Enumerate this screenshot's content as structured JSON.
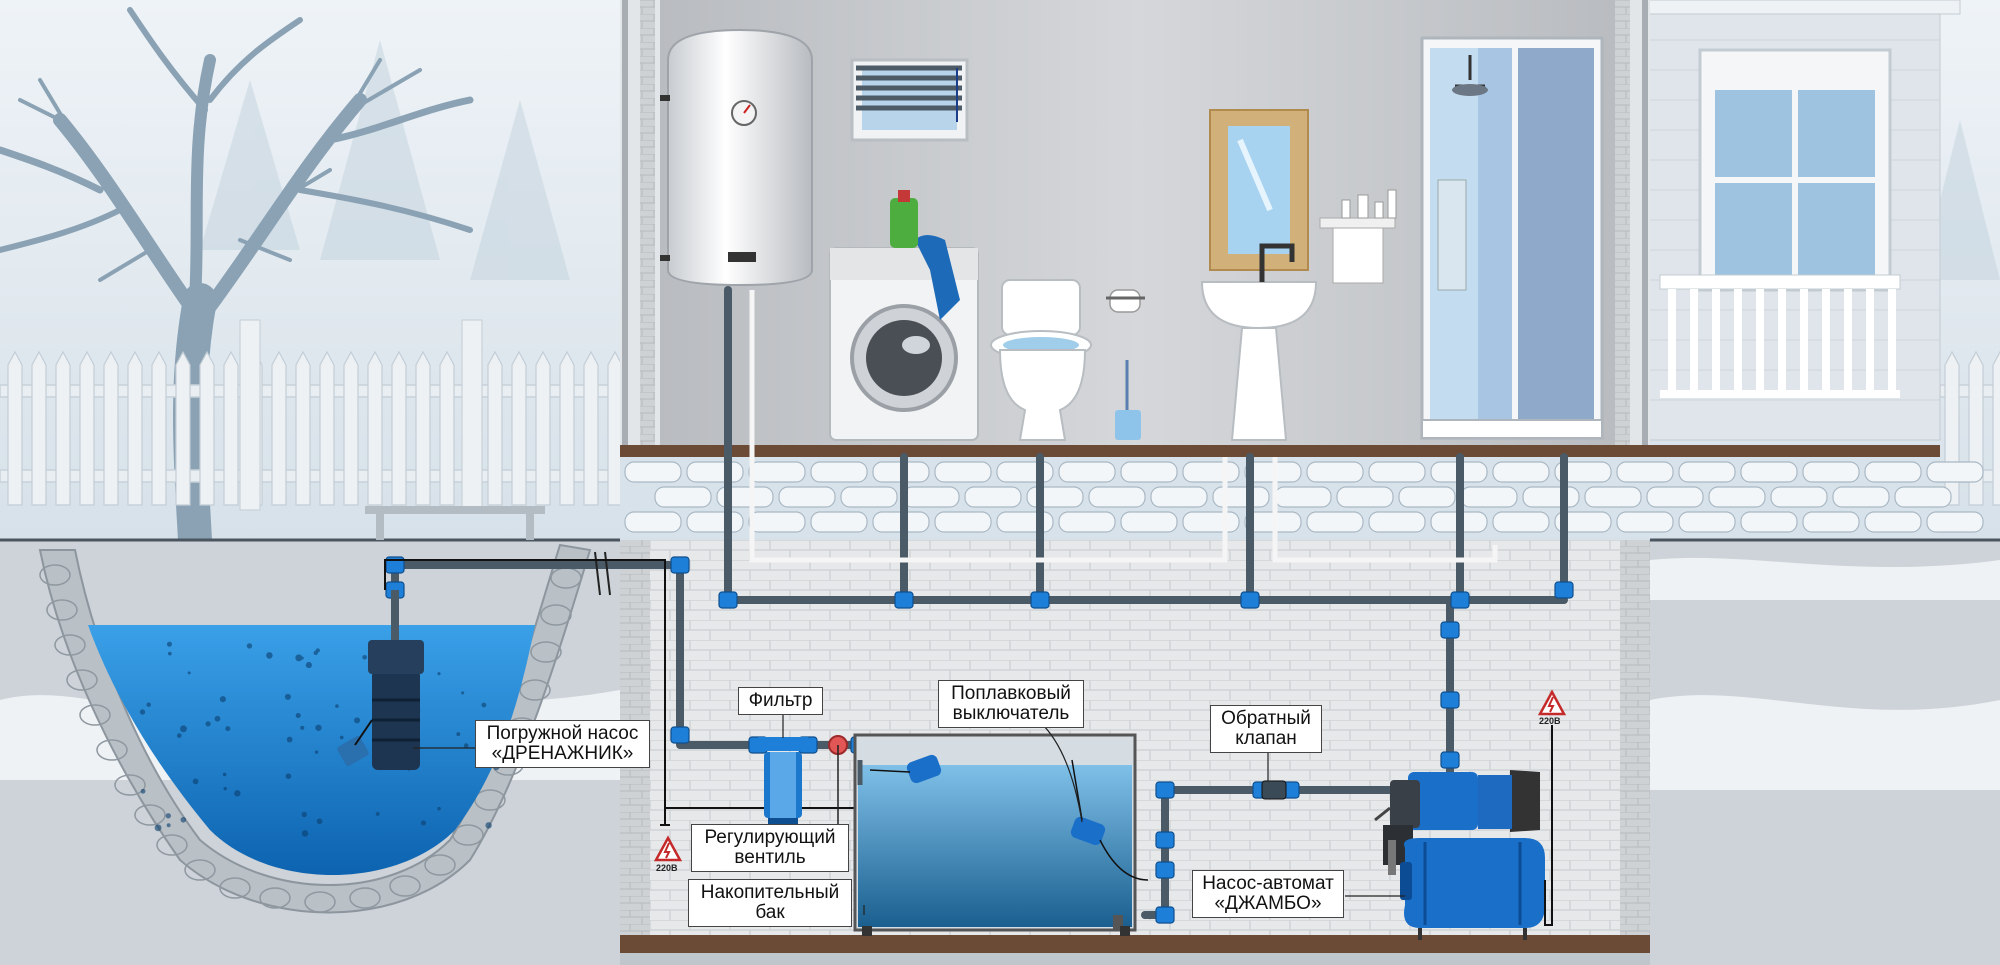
{
  "labels": {
    "submersible_pump": {
      "line1": "Погружной насос",
      "line2": "«ДРЕНАЖНИК»"
    },
    "filter": "Фильтр",
    "float_switch": {
      "line1": "Поплавковый",
      "line2": "выключатель"
    },
    "check_valve": {
      "line1": "Обратный",
      "line2": "клапан"
    },
    "regulating_valve": {
      "line1": "Регулирующий",
      "line2": "вентиль"
    },
    "storage_tank": {
      "line1": "Накопительный",
      "line2": "бак"
    },
    "pump_station": {
      "line1": "Насос-автомат",
      "line2": "«ДЖАМБО»"
    }
  },
  "voltage": {
    "left": "220В",
    "right": "220В"
  },
  "colors": {
    "pipe": "#4a5a66",
    "fitting": "#1e7fd8",
    "water": "#1f86d6",
    "pump_blue": "#1a6fc9",
    "house_wall": "#c9ccd0",
    "basement_wall": "#e4e6e8",
    "ground": "#cfd5da",
    "sky": "#e8eef3"
  },
  "icons": [
    "warning-high-voltage-icon",
    "warning-high-voltage-icon"
  ]
}
